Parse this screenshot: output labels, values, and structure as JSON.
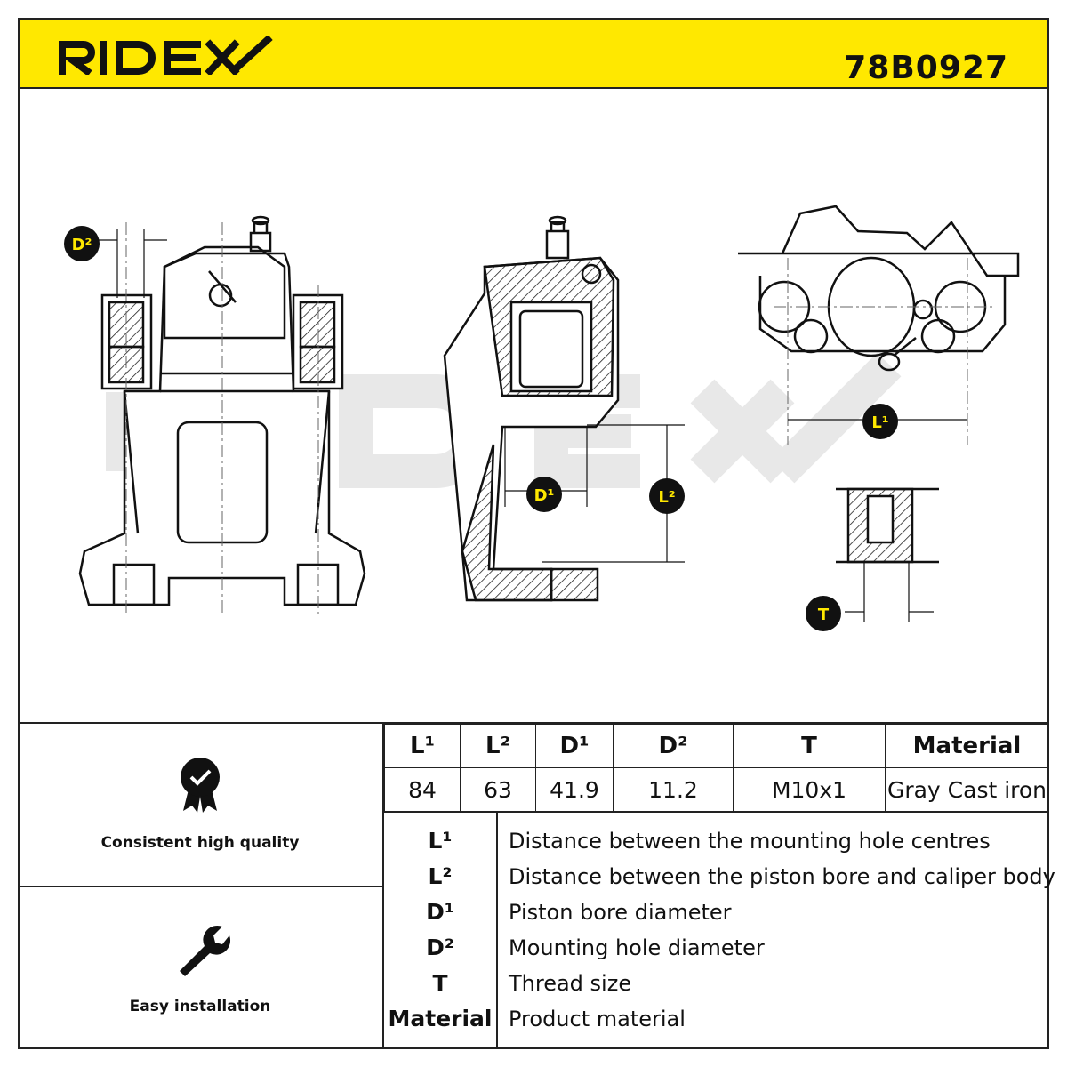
{
  "header": {
    "brand": "RIDEX",
    "part_number": "78B0927",
    "colors": {
      "band": "#ffe800",
      "ink": "#111111"
    }
  },
  "watermark": {
    "text": "RIDEX",
    "color": "#e6e6e6"
  },
  "drawing": {
    "labels": {
      "d2": "D²",
      "d1": "D¹",
      "l2": "L²",
      "l1": "L¹",
      "t": "T"
    },
    "views": [
      "front-view",
      "section-view",
      "top-view",
      "thread-detail"
    ]
  },
  "features": [
    {
      "label": "Consistent high quality",
      "icon": "quality-badge-icon"
    },
    {
      "label": "Easy installation",
      "icon": "wrench-icon"
    }
  ],
  "specs": {
    "headers": [
      "L¹",
      "L²",
      "D¹",
      "D²",
      "T",
      "Material"
    ],
    "values": [
      "84",
      "63",
      "41.9",
      "11.2",
      "M10x1",
      "Gray Cast iron"
    ]
  },
  "legend": [
    {
      "key": "L¹",
      "desc": "Distance between the mounting hole centres"
    },
    {
      "key": "L²",
      "desc": "Distance between the piston bore and caliper body"
    },
    {
      "key": "D¹",
      "desc": "Piston bore diameter"
    },
    {
      "key": "D²",
      "desc": "Mounting hole diameter"
    },
    {
      "key": "T",
      "desc": "Thread size"
    },
    {
      "key": "Material",
      "desc": "Product material"
    }
  ]
}
